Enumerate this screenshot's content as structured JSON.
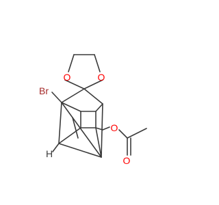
{
  "molecule": {
    "atoms": {
      "oxygen_1": "O",
      "oxygen_2": "O",
      "bromine": "Br",
      "oxygen_ester": "O",
      "oxygen_carbonyl": "O",
      "hydrogen": "H"
    },
    "colors": {
      "bond": "#3a3a3a",
      "oxygen": "#ff0000",
      "bromine": "#a52a2a",
      "hydrogen": "#3a3a3a",
      "background": "#ffffff"
    }
  }
}
